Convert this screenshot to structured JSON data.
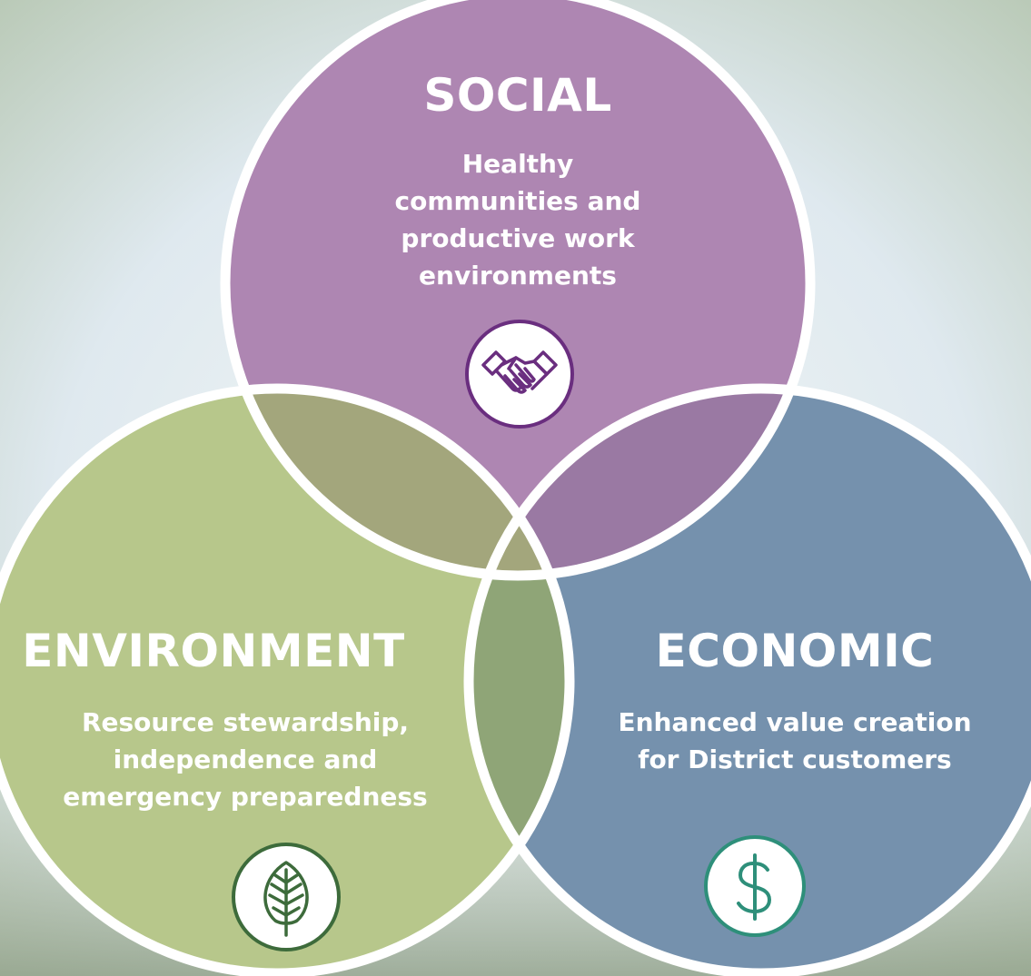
{
  "diagram": {
    "type": "venn",
    "circles": [
      {
        "id": "social",
        "title": "SOCIAL",
        "description": [
          "Healthy",
          "communities and",
          "productive work",
          "environments"
        ],
        "icon": "handshake-icon",
        "color": "#ae86b2"
      },
      {
        "id": "environment",
        "title": "ENVIRONMENT",
        "description": [
          "Resource stewardship,",
          "independence and",
          "emergency preparedness"
        ],
        "icon": "leaf-icon",
        "color": "#b7c78b"
      },
      {
        "id": "economic",
        "title": "ECONOMIC",
        "description": [
          "Enhanced value creation",
          "for District customers"
        ],
        "icon": "dollar-icon",
        "color": "#7591ad"
      }
    ],
    "overlap_colors": {
      "social_environment": "#a3a67c",
      "social_economic": "#9a79a3",
      "environment_economic": "#8fa577",
      "center": "#a3a67c"
    },
    "background_color": "#dde8f0"
  }
}
